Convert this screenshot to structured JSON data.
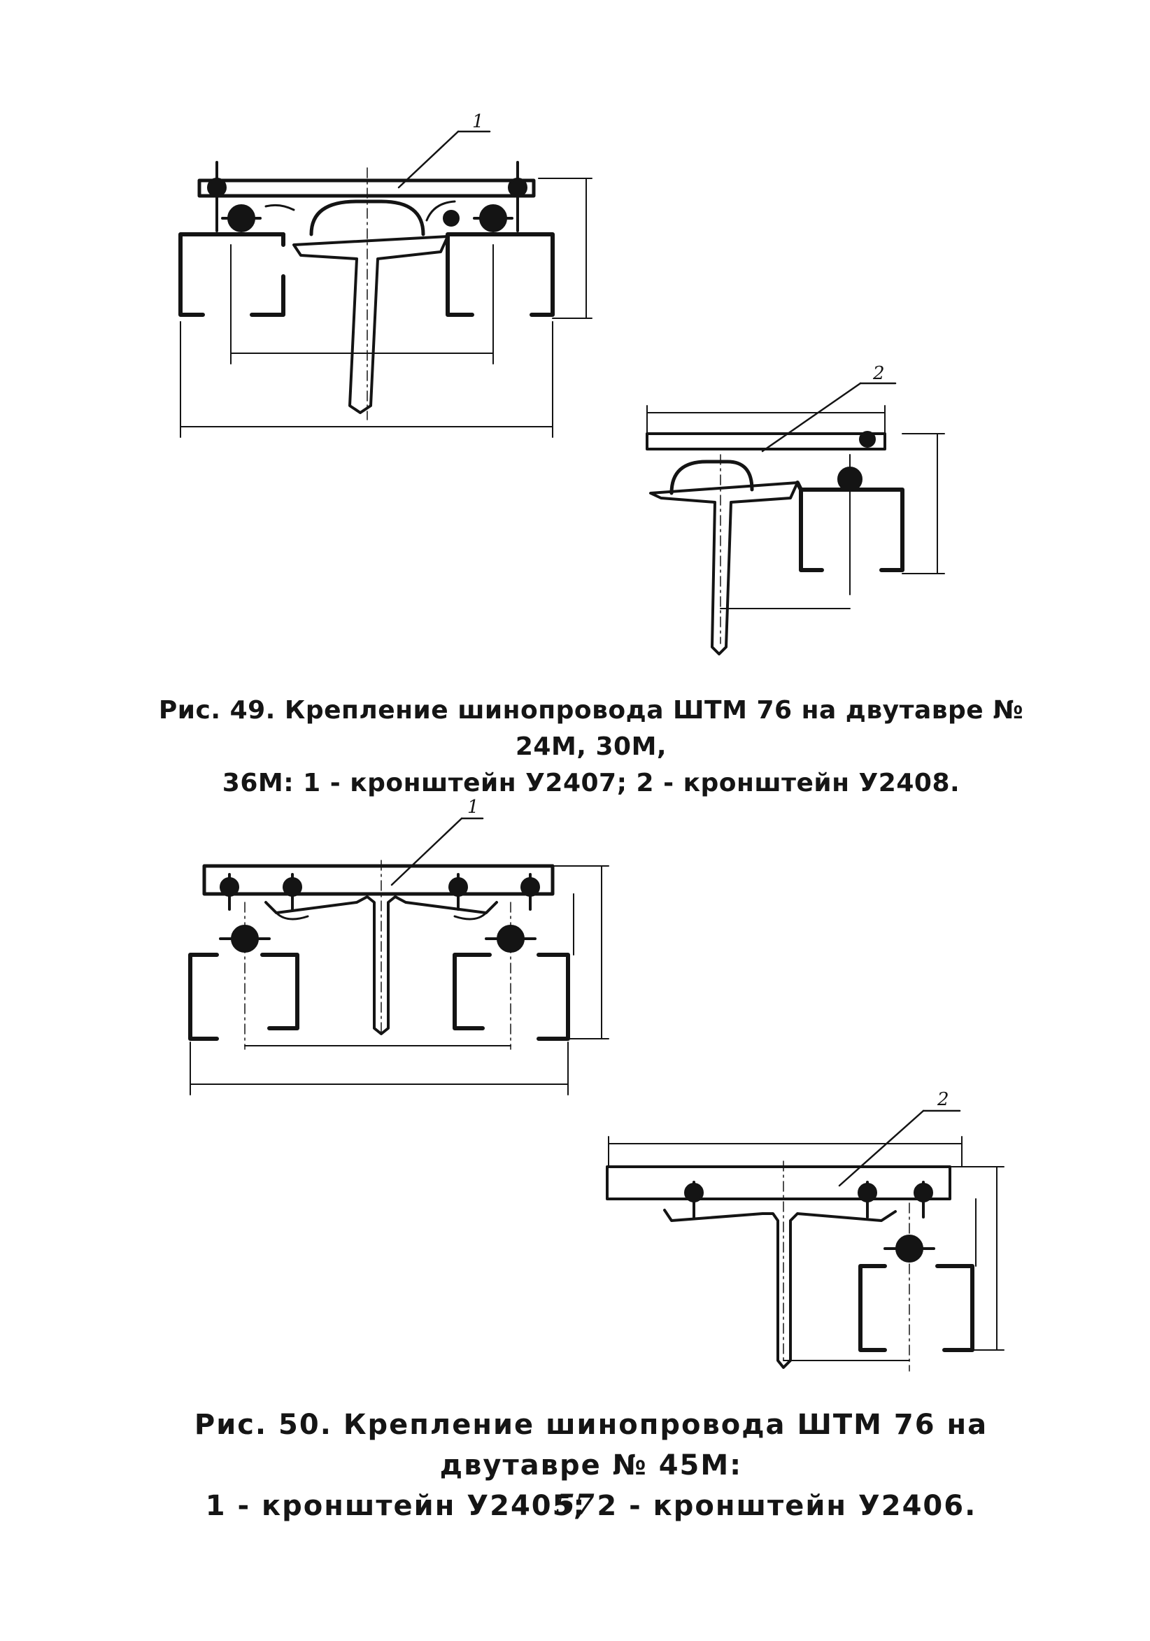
{
  "figure49": {
    "caption_line1": "Рис. 49. Крепление шинопровода ШТМ 76 на двутавре № 24М, 30М,",
    "caption_line2": "36М: 1 - кронштейн У2407; 2 - кронштейн У2408.",
    "callouts": [
      "1",
      "2"
    ]
  },
  "figure50": {
    "caption_line1": "Рис. 50. Крепление шинопровода ШТМ 76 на двутавре № 45М:",
    "caption_line2": "1 - кронштейн У2405; 2 - кронштейн У2406.",
    "callouts": [
      "1",
      "2"
    ]
  },
  "page_number": "57"
}
